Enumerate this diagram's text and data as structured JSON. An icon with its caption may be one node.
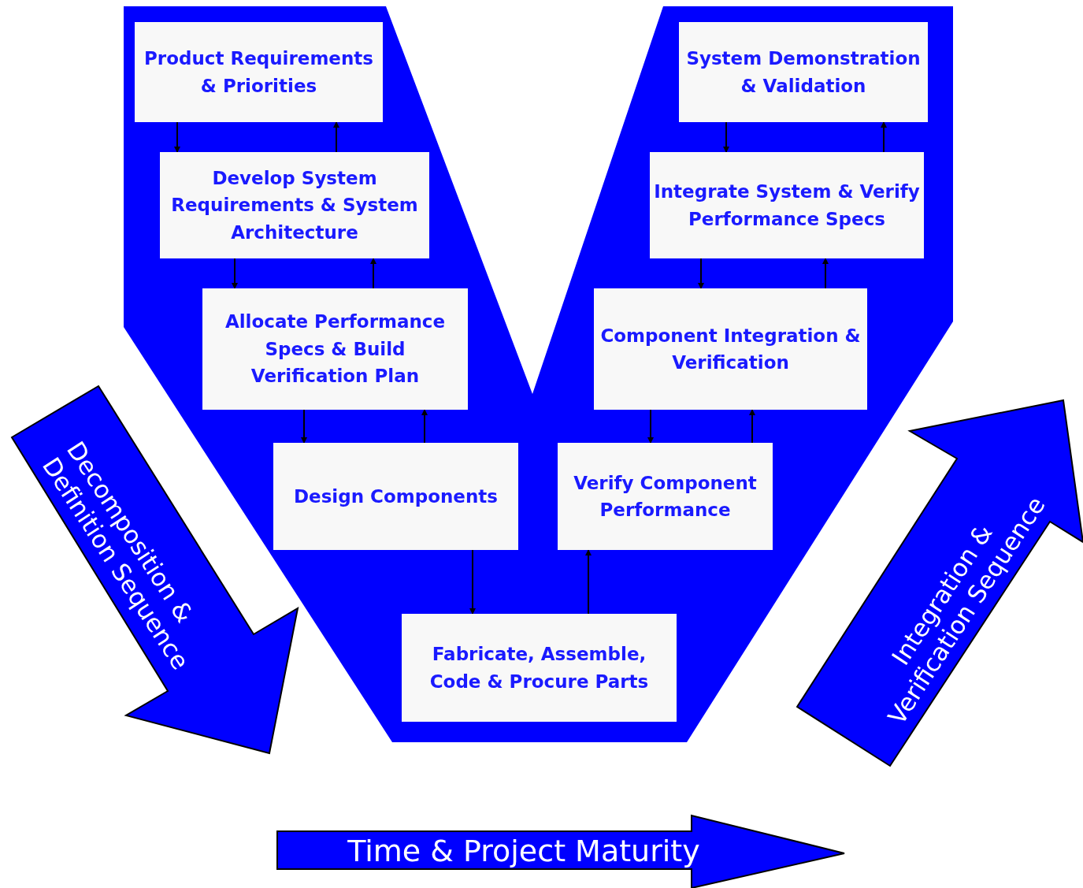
{
  "diagram": {
    "nodes": [
      {
        "text": [
          "Product Requirements & Priorities"
        ]
      },
      {
        "text": [
          "Develop System Requirements & System Architecture"
        ]
      },
      {
        "text": [
          "Allocate Performance Specs & Build Verification Plan"
        ]
      },
      {
        "text": [
          "Design Components"
        ]
      },
      {
        "text": [
          "Fabricate, Assemble, Code & Procure Parts"
        ]
      },
      {
        "text": [
          "Verify Component Performance"
        ]
      },
      {
        "text": [
          "Component Integration & Verification"
        ]
      },
      {
        "text": [
          "Integrate System & Verify Performance Specs"
        ]
      },
      {
        "text": [
          "System Demonstration & Validation"
        ]
      }
    ],
    "edges": [
      {
        "from": 0,
        "to": 1,
        "arrow": "to"
      },
      {
        "from": 1,
        "to": 0,
        "arrow": "to"
      },
      {
        "from": 1,
        "to": 2,
        "arrow": "to"
      },
      {
        "from": 2,
        "to": 1,
        "arrow": "to"
      },
      {
        "from": 2,
        "to": 3,
        "arrow": "to"
      },
      {
        "from": 3,
        "to": 2,
        "arrow": "to"
      },
      {
        "from": 3,
        "to": 4,
        "arrow": "to"
      },
      {
        "from": 4,
        "to": 5,
        "arrow": "to"
      },
      {
        "from": 5,
        "to": 6,
        "arrow": "to"
      },
      {
        "from": 6,
        "to": 5,
        "arrow": "to"
      },
      {
        "from": 6,
        "to": 7,
        "arrow": "to"
      },
      {
        "from": 7,
        "to": 6,
        "arrow": "to"
      },
      {
        "from": 7,
        "to": 8,
        "arrow": "to"
      },
      {
        "from": 8,
        "to": 7,
        "arrow": "to"
      }
    ],
    "labels": [
      "Decomposition & Definition Sequence",
      "Integration & Verification Sequence",
      "Time & Project Maturity"
    ]
  }
}
